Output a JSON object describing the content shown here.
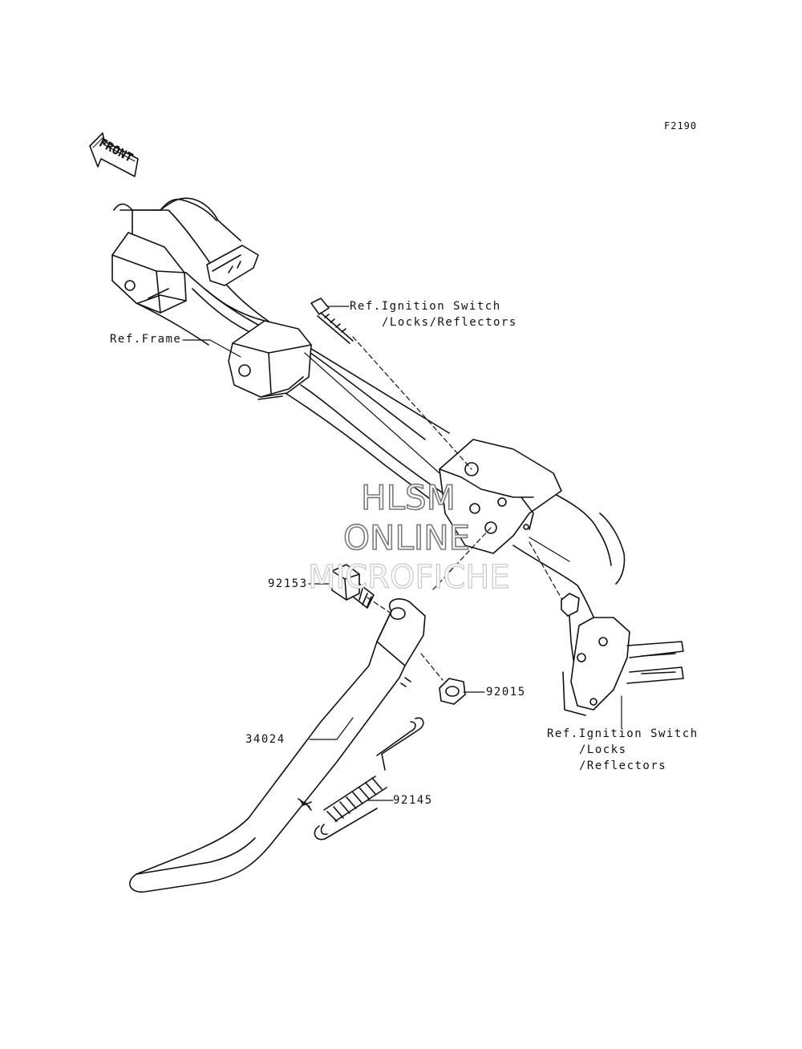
{
  "diagram": {
    "figure_code": "F2190",
    "front_arrow_text": "FRONT",
    "watermark": {
      "line1": "HLSM",
      "line2": "ONLINE",
      "line3": "MICROFICHE"
    },
    "callouts": {
      "ref_frame": "Ref.Frame",
      "ref_ignition_top_line1": "Ref.Ignition Switch",
      "ref_ignition_top_line2": "/Locks/Reflectors",
      "ref_ignition_bottom_line1": "Ref.Ignition Switch",
      "ref_ignition_bottom_line2": "/Locks",
      "ref_ignition_bottom_line3": "/Reflectors",
      "part_bolt": "92153",
      "part_nut": "92015",
      "part_stand": "34024",
      "part_spring": "92145"
    },
    "colors": {
      "line": "#111111",
      "watermark_stroke": "#7a7a7a"
    }
  }
}
